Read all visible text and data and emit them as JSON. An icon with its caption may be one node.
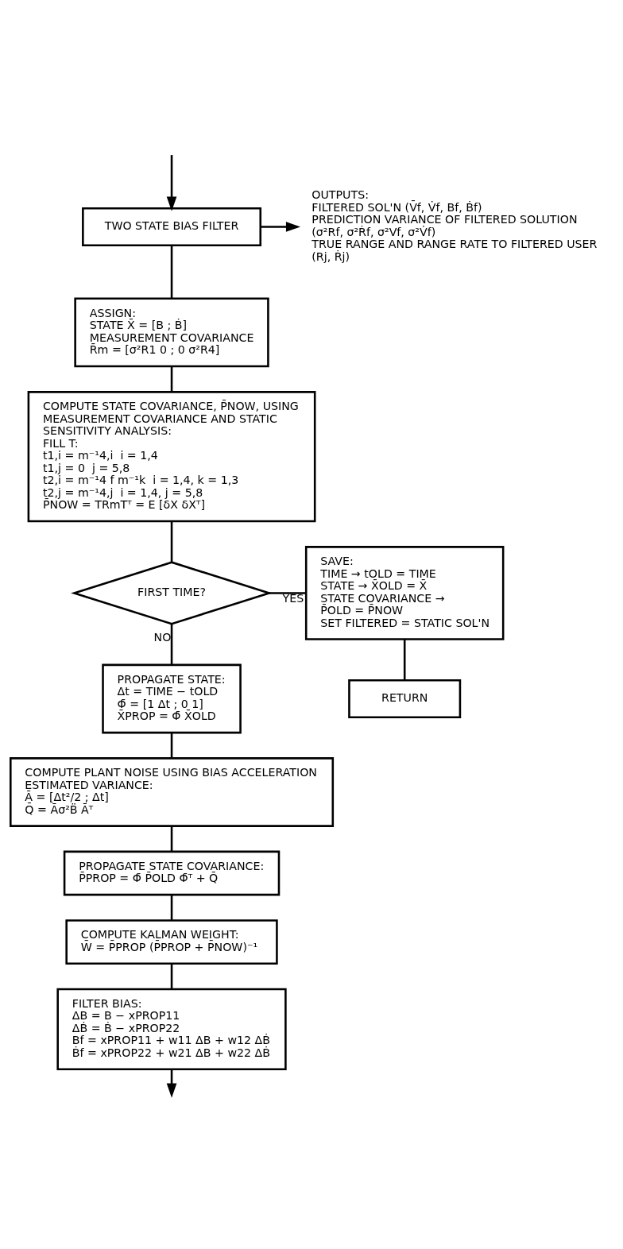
{
  "diagram": {
    "nodes": [
      {
        "text": [
          "TWO STATE BIAS FILTER"
        ]
      },
      {
        "text": [
          "OUTPUTS:",
          "FILTERED SOL'N (V̄f, V̇f, Bf, Ḃf)",
          "PREDICTION VARIANCE OF FILTERED SOLUTION",
          "(σ²Rf, σ²Ṙf, σ²Vf, σ²V̇f)",
          "TRUE RANGE AND RANGE RATE TO FILTERED USER",
          "(Rj, Ṙj)"
        ]
      },
      {
        "text": [
          "ASSIGN:",
          "STATE X̄ = [B ; Ḃ]",
          "MEASUREMENT COVARIANCE",
          "R̄m = [σ²R1 0 ; 0 σ²R4]"
        ]
      },
      {
        "text": [
          "COMPUTE STATE COVARIANCE, P̄NOW, USING MEASUREMENT COVARIANCE AND STATIC SENSITIVITY ANALYSIS:",
          "FILL T:",
          "t1,i = m⁻¹4,i  i = 1,4",
          "t1,j = 0  j = 5,8",
          "t2,i = m⁻¹4 f m⁻¹k  i = 1,4, k = 1,3",
          "t2,j = m⁻¹4,j  i = 1,4, j = 5,8",
          "P̄NOW = TRmTᵀ = E [δX δXᵀ]"
        ]
      },
      {
        "text": [
          "FIRST TIME?"
        ]
      },
      {
        "text": [
          "SAVE:",
          "TIME → tOLD = TIME",
          "STATE → X̄OLD = X̄",
          "STATE COVARIANCE →",
          "P̄OLD = P̄NOW",
          "SET FILTERED = STATIC SOL'N"
        ]
      },
      {
        "text": [
          "RETURN"
        ]
      },
      {
        "text": [
          "PROPAGATE STATE:",
          "Δt = TIME − tOLD",
          "Φ̄ = [1 Δt ; 0 1]",
          "X̄PROP = Φ̄ X̄OLD"
        ]
      },
      {
        "text": [
          "COMPUTE PLANT NOISE USING BIAS ACCELERATION ESTIMATED VARIANCE:",
          "Ā = [Δt²/2 ; Δt]",
          "Q̄ = Āσ²B̈ Āᵀ"
        ]
      },
      {
        "text": [
          "PROPAGATE STATE COVARIANCE:",
          "P̄PROP = Φ̄ P̄OLD Φ̄ᵀ + Q̄"
        ]
      },
      {
        "text": [
          "COMPUTE KALMAN WEIGHT:",
          "W̄ = P̄PROP (P̄PROP + P̄NOW)⁻¹"
        ]
      },
      {
        "text": [
          "FILTER BIAS:",
          "ΔB = B − xPROP11",
          "ΔḂ = Ḃ − xPROP22",
          "Bf = xPROP11 + w11 ΔB + w12 ΔḂ",
          "Ḃf = xPROP22 + w21 ΔB + w22 ΔḂ"
        ]
      }
    ],
    "edges": [
      {
        "from": null,
        "to": 0,
        "arrow": "to"
      },
      {
        "from": 0,
        "to": 1,
        "arrow": "to"
      },
      {
        "from": 0,
        "to": 2,
        "arrow": "none"
      },
      {
        "from": 2,
        "to": 3,
        "arrow": "none"
      },
      {
        "from": 3,
        "to": 4,
        "arrow": "none"
      },
      {
        "from": 4,
        "to": 5,
        "arrow": "none",
        "label": "YES"
      },
      {
        "from": 5,
        "to": 6,
        "arrow": "none"
      },
      {
        "from": 4,
        "to": 7,
        "arrow": "none",
        "label": "NO"
      },
      {
        "from": 7,
        "to": 8,
        "arrow": "none"
      },
      {
        "from": 8,
        "to": 9,
        "arrow": "none"
      },
      {
        "from": 9,
        "to": 10,
        "arrow": "none"
      },
      {
        "from": 10,
        "to": 11,
        "arrow": "none"
      },
      {
        "from": 11,
        "to": null,
        "arrow": "to"
      }
    ]
  }
}
